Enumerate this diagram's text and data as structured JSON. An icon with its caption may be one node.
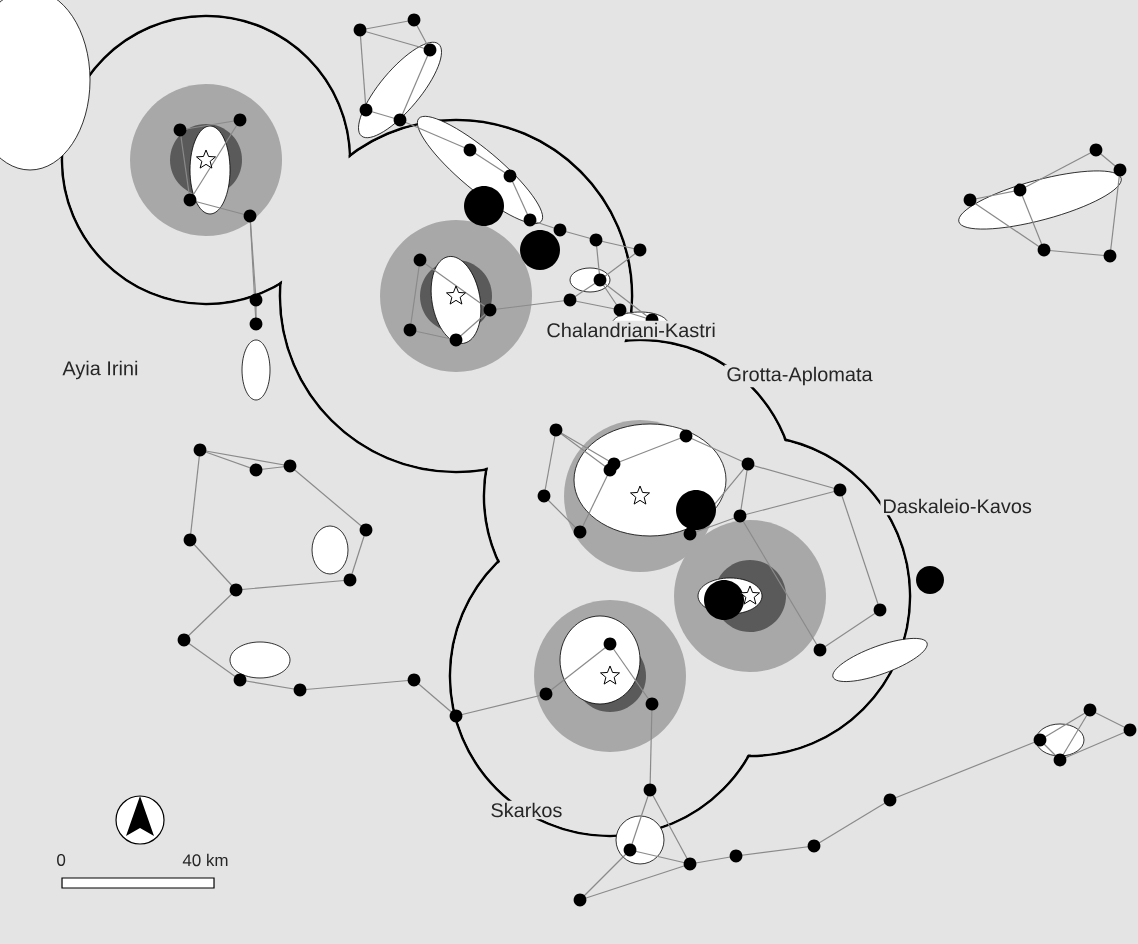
{
  "diagram": {
    "labels": [
      "Chalandriani-Kastri",
      "Ayia Irini",
      "Grotta-Aplomata",
      "Daskaleio-Kavos",
      "Skarkos",
      "0",
      "40 km"
    ]
  }
}
